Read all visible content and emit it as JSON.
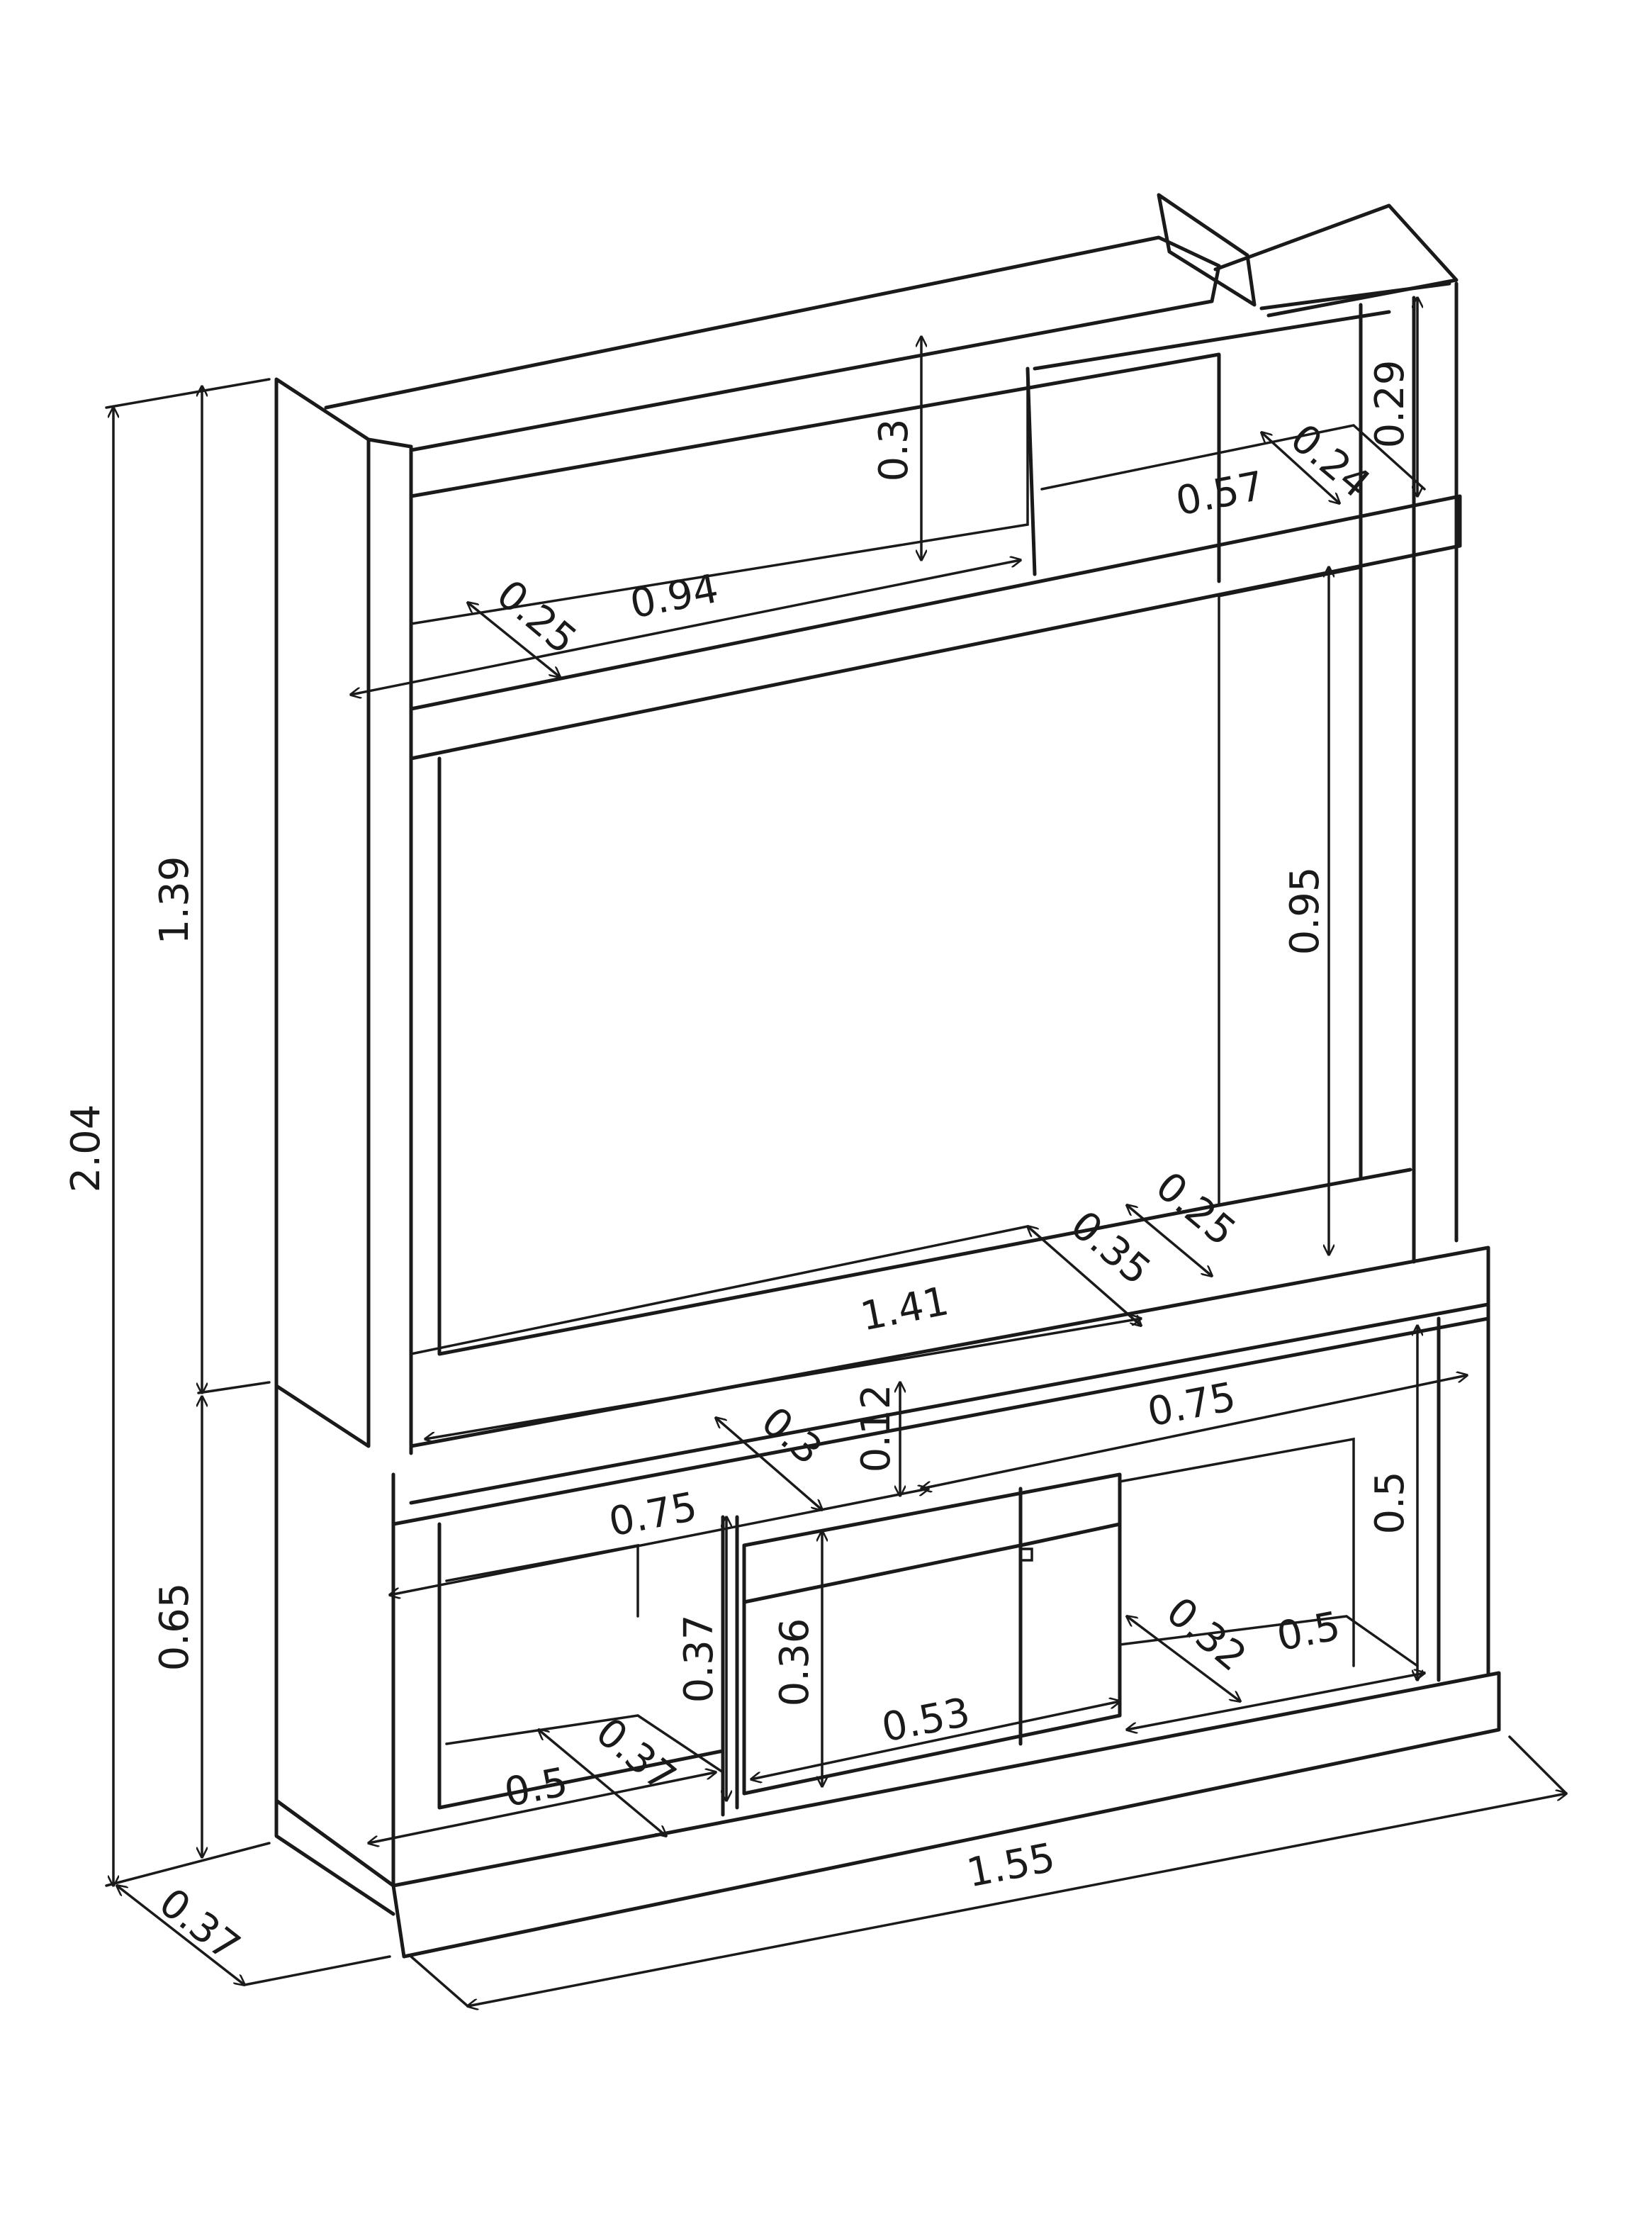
{
  "diagram": {
    "dimensions": {
      "total_height": "2.04",
      "upper_height": "1.39",
      "lower_height": "0.65",
      "depth": "0.37",
      "total_width": "1.55",
      "top_shelf_height": "0.3",
      "top_shelf_width": "0.94",
      "top_shelf_depth": "0.25",
      "top_right_height": "0.29",
      "top_right_width": "0.57",
      "top_right_depth": "0.24",
      "tv_niche_height": "0.95",
      "tv_niche_width": "1.41",
      "tv_niche_depth_right": "0.25",
      "tv_niche_depth_mid": "0.35",
      "drawer_height": "0.12",
      "drawer_depth": "0.3",
      "drawer_width_right": "0.75",
      "drawer_width_left": "0.75",
      "lower_right_height": "0.5",
      "lower_right_depth": "0.32",
      "lower_right_width": "0.5",
      "lower_left_height": "0.37",
      "door_height": "0.36",
      "door_width": "0.53",
      "lower_left_width": "0.5",
      "lower_left_depth": "0.37"
    }
  }
}
